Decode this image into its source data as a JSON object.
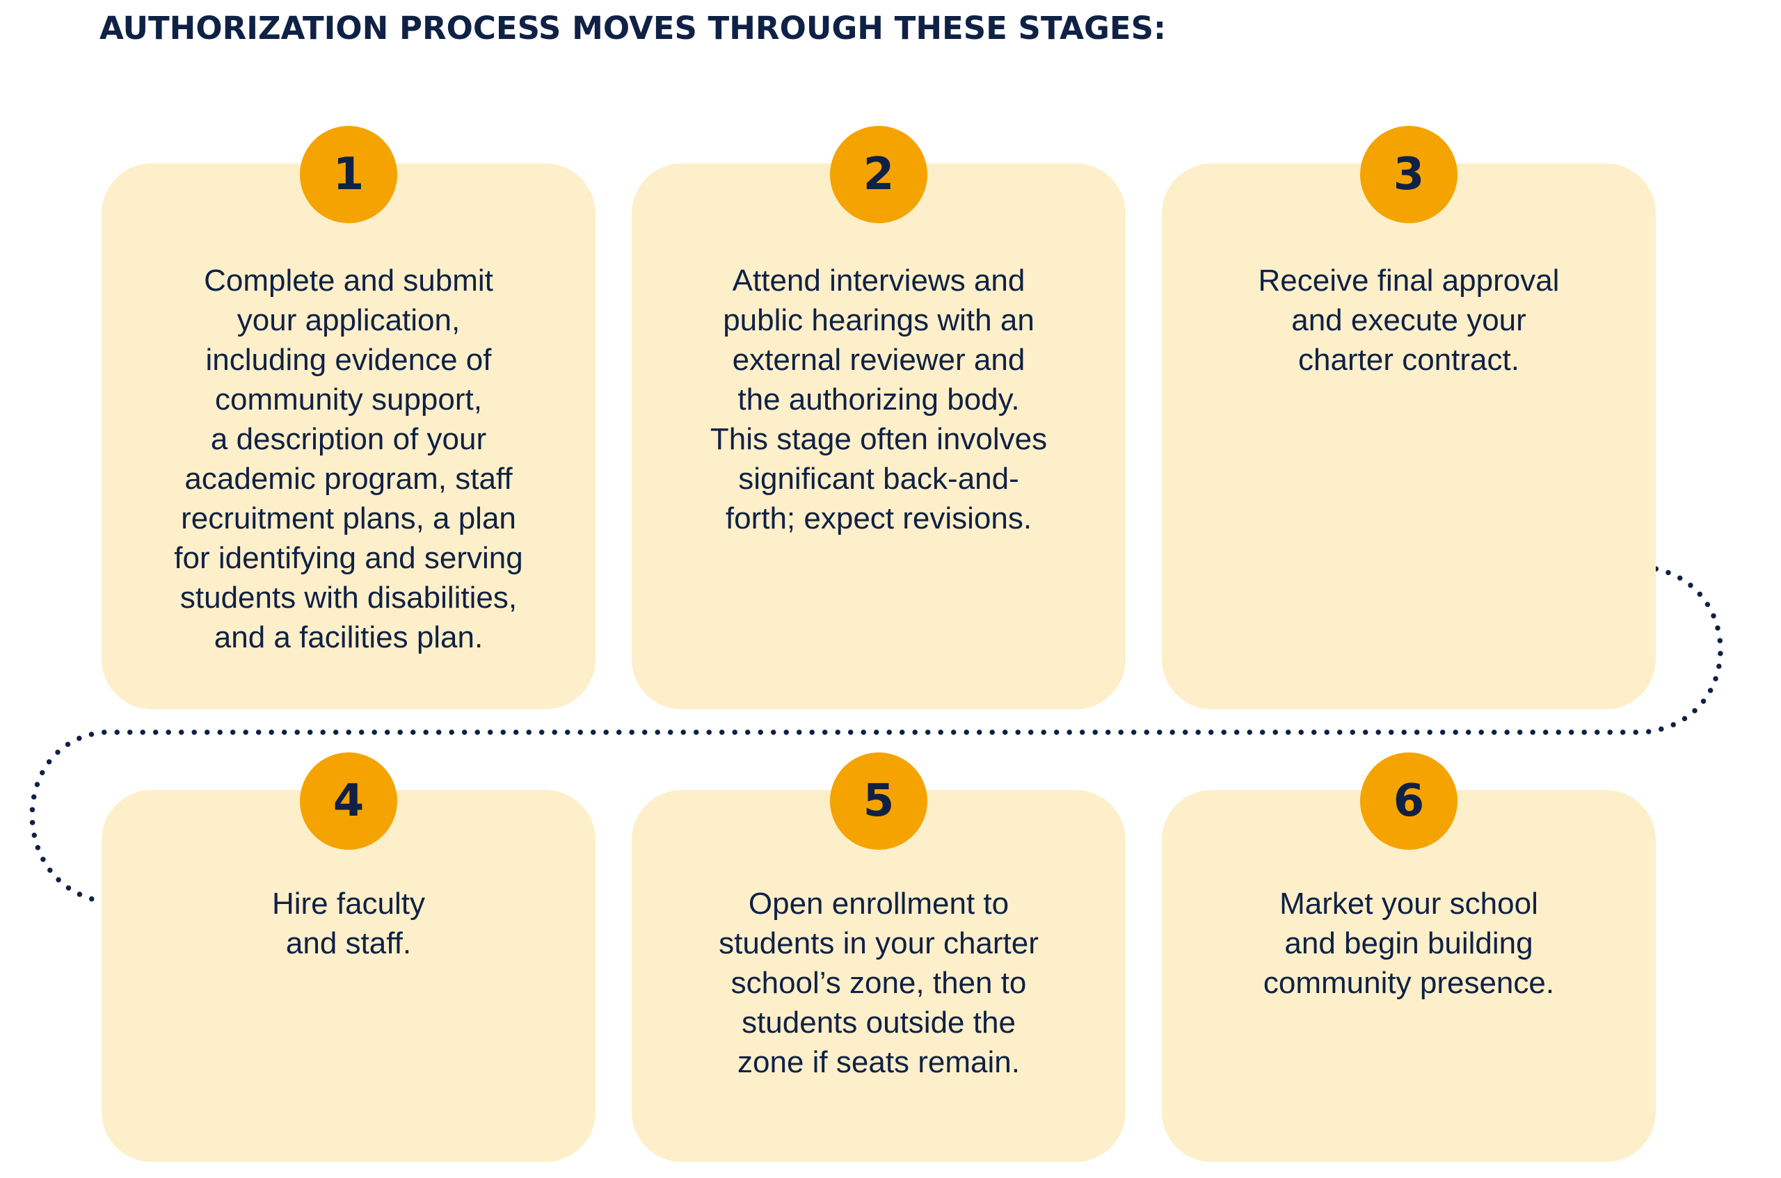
{
  "title": "AUTHORIZATION PROCESS MOVES THROUGH THESE STAGES:",
  "colors": {
    "heading": "#0f2145",
    "card_background": "#fdefc9",
    "badge": "#f5a300",
    "connector": "#0f2145"
  },
  "stages": [
    {
      "number": "1",
      "text": "Complete and submit\nyour application,\nincluding evidence of\ncommunity support,\na description of your\nacademic program, staff\nrecruitment plans, a plan\nfor identifying and serving\nstudents with disabilities,\nand a facilities plan."
    },
    {
      "number": "2",
      "text": "Attend interviews and\npublic hearings with an\nexternal reviewer and\nthe authorizing body.\nThis stage often involves\nsignificant back-and-\nforth; expect revisions."
    },
    {
      "number": "3",
      "text": "Receive final approval\nand execute your\ncharter contract."
    },
    {
      "number": "4",
      "text": "Hire faculty\nand staff."
    },
    {
      "number": "5",
      "text": "Open enrollment to\nstudents in your charter\nschool’s zone, then to\nstudents outside the\nzone if seats remain."
    },
    {
      "number": "6",
      "text": "Market your school\nand begin building\ncommunity presence."
    }
  ]
}
